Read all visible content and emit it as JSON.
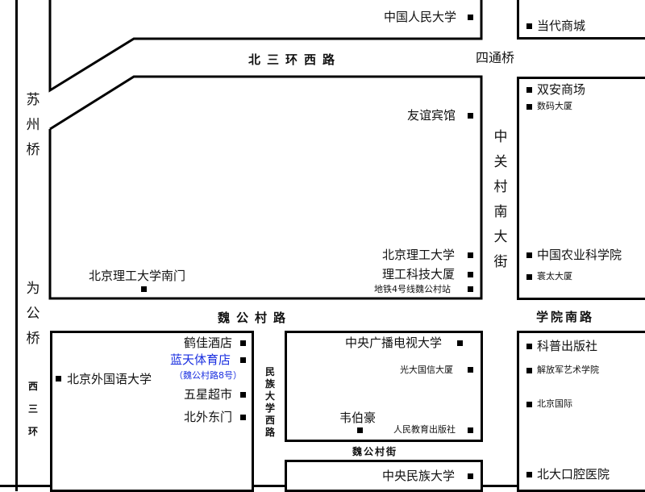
{
  "colors": {
    "road_line": "#000000",
    "background": "#ffffff",
    "highlight": "#1a2fe0"
  },
  "roads": {
    "north": "北三环西路",
    "weigongcun": "魏公村路",
    "xueyuan_south": "学院南路",
    "weigongcun_street": "魏公村街",
    "zhongguancun": "中关村南大街",
    "minzu": "民族大学西路",
    "west3": "西三环",
    "suzhou": "苏州桥",
    "weigong": "为公桥",
    "sitong": "四通桥"
  },
  "places": {
    "renmin_univ": "中国人民大学",
    "dangdai": "当代商城",
    "shuangan": "双安商场",
    "shuma": "数码大厦",
    "youyi": "友谊宾馆",
    "bit_south_gate": "北京理工大学南门",
    "bit": "北京理工大学",
    "ligong_keji": "理工科技大厦",
    "metro": "地铁4号线魏公村站",
    "nongye": "中国农业科学院",
    "huantai": "寰太大厦",
    "hejia": "鹤佳酒店",
    "lantian": "蓝天体育店",
    "lantian_addr": "（魏公村路8号）",
    "bfsu": "北京外国语大学",
    "wuxing": "五星超市",
    "beiwai_east": "北外东门",
    "cuc": "中央广播电视大学",
    "guangda": "光大国信大厦",
    "weibohao": "韦伯豪",
    "renmin_edu": "人民教育出版社",
    "muc": "中央民族大学",
    "kepu": "科普出版社",
    "pla_art": "解放军艺术学院",
    "bj_intl": "北京国际",
    "stomatology": "北大口腔医院"
  }
}
